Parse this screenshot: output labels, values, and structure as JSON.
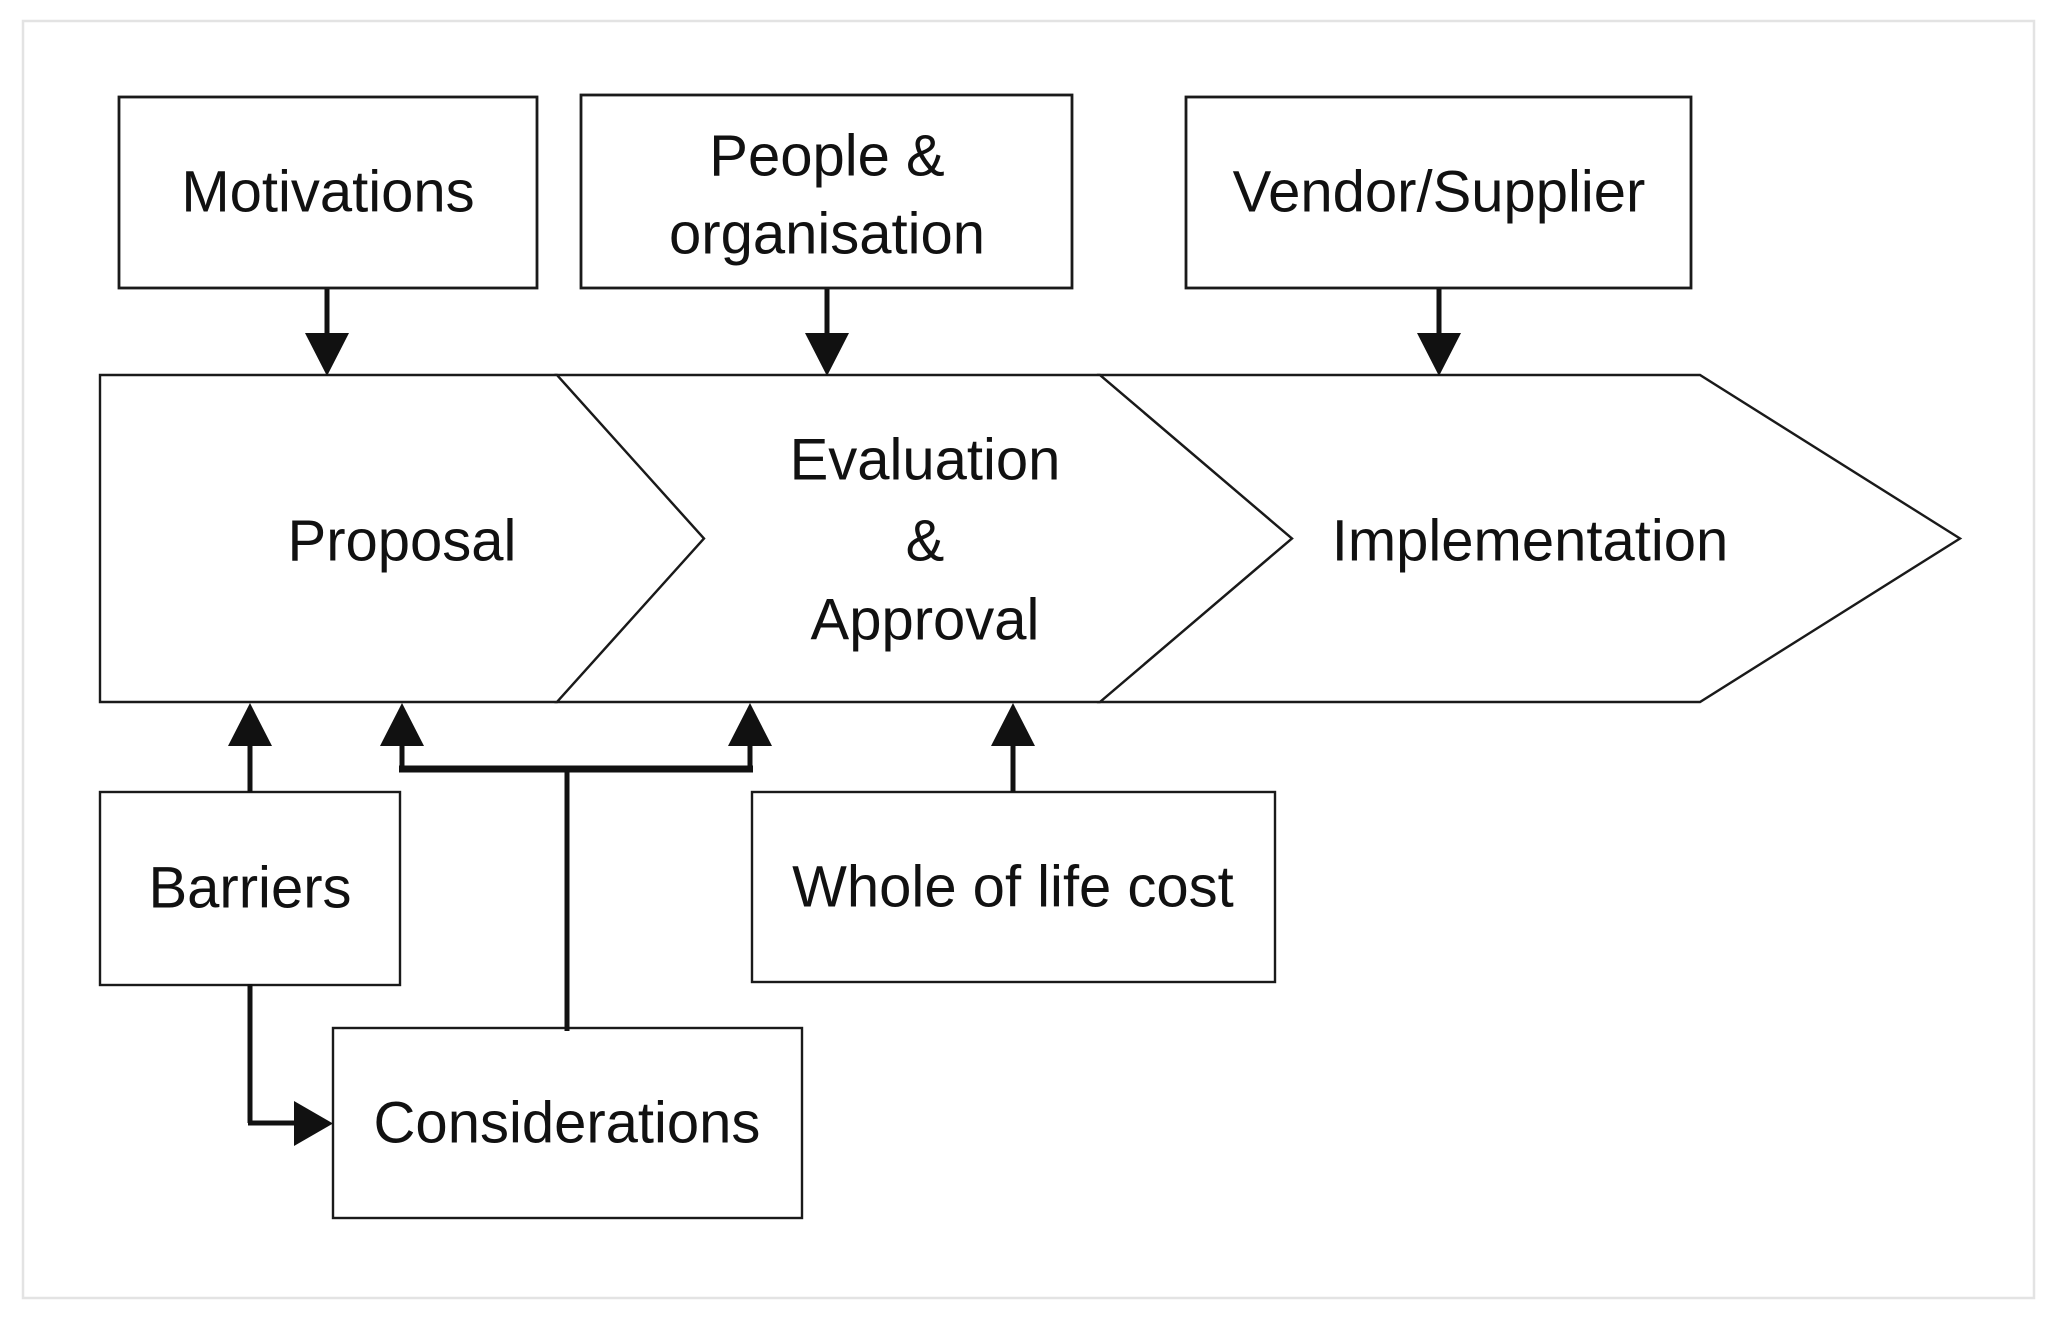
{
  "diagram": {
    "type": "process-flow-diagram",
    "nodes": {
      "motivations": {
        "label": "Motivations"
      },
      "people_organisation": {
        "line1": "People &",
        "line2": "organisation"
      },
      "vendor_supplier": {
        "label": "Vendor/Supplier"
      },
      "proposal": {
        "label": "Proposal"
      },
      "evaluation_approval": {
        "line1": "Evaluation",
        "line2": "&",
        "line3": "Approval"
      },
      "implementation": {
        "label": "Implementation"
      },
      "barriers": {
        "label": "Barriers"
      },
      "whole_of_life_cost": {
        "label": "Whole of life cost"
      },
      "considerations": {
        "label": "Considerations"
      }
    },
    "connections": [
      {
        "from": "Motivations",
        "to": "Proposal",
        "direction": "down"
      },
      {
        "from": "People & organisation",
        "to": "Evaluation & Approval",
        "direction": "down"
      },
      {
        "from": "Vendor/Supplier",
        "to": "Implementation",
        "direction": "down"
      },
      {
        "from": "Barriers",
        "to": "Proposal",
        "direction": "up"
      },
      {
        "from": "Considerations",
        "to": "Proposal",
        "direction": "up"
      },
      {
        "from": "Considerations",
        "to": "Evaluation & Approval",
        "direction": "up"
      },
      {
        "from": "Whole of life cost",
        "to": "Evaluation & Approval",
        "direction": "up"
      },
      {
        "from": "Barriers",
        "to": "Considerations",
        "direction": "right"
      }
    ],
    "colors": {
      "shape_stroke": "#1a1a1a",
      "shape_fill": "#ffffff",
      "arrow": "#111111",
      "frame_border": "#e3e3e3",
      "background": "#ffffff"
    }
  }
}
